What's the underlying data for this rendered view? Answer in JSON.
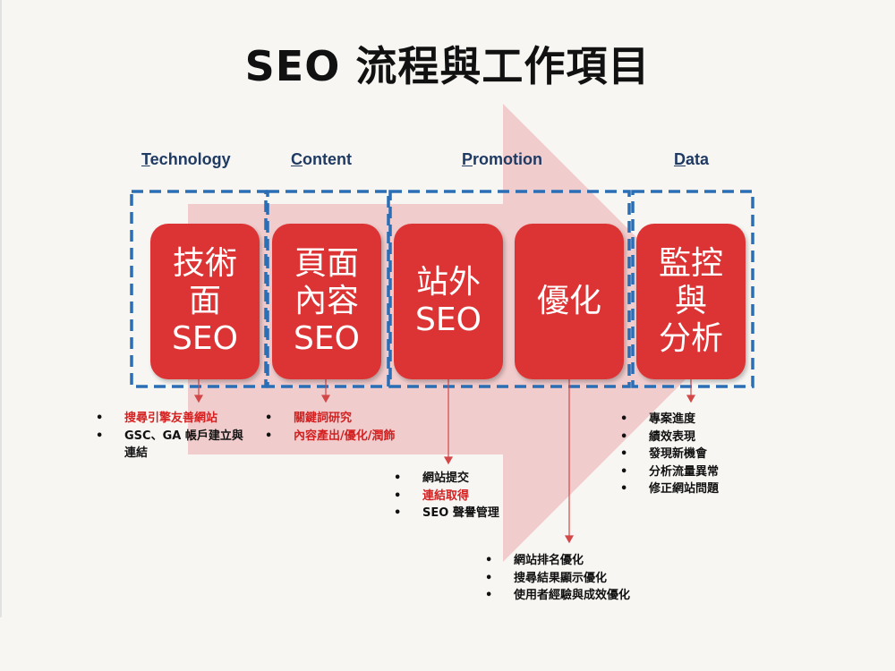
{
  "title": "SEO 流程與工作項目",
  "categories": [
    {
      "initial": "T",
      "rest": "echnology"
    },
    {
      "initial": "C",
      "rest": "ontent"
    },
    {
      "initial": "P",
      "rest": "romotion"
    },
    {
      "initial": "D",
      "rest": "ata"
    }
  ],
  "boxes": [
    {
      "lines": [
        "技術",
        "面",
        "SEO"
      ]
    },
    {
      "lines": [
        "頁面",
        "內容",
        "SEO"
      ]
    },
    {
      "lines": [
        "站外",
        "SEO"
      ]
    },
    {
      "lines": [
        "優化"
      ]
    },
    {
      "lines": [
        "監控",
        "與",
        "分析"
      ]
    }
  ],
  "lists": {
    "technology": [
      {
        "text": "搜尋引擎友善網站",
        "highlight": true
      },
      {
        "text": "GSC、GA 帳戶建立與連結",
        "highlight": false
      }
    ],
    "content": [
      {
        "text": "關鍵詞研究",
        "highlight": true
      },
      {
        "text": "內容產出/優化/潤飾",
        "highlight": true
      }
    ],
    "promotion": [
      {
        "text": "網站提交",
        "highlight": false
      },
      {
        "text": "連結取得",
        "highlight": true
      },
      {
        "text": "SEO 聲譽管理",
        "highlight": false
      }
    ],
    "optimization": [
      {
        "text": "網站排名優化",
        "highlight": false
      },
      {
        "text": "搜尋結果顯示優化",
        "highlight": false
      },
      {
        "text": "使用者經驗與成效優化",
        "highlight": false
      }
    ],
    "data": [
      {
        "text": "專案進度",
        "highlight": false
      },
      {
        "text": "績效表現",
        "highlight": false
      },
      {
        "text": "發現新機會",
        "highlight": false
      },
      {
        "text": "分析流量異常",
        "highlight": false
      },
      {
        "text": "修正網站問題",
        "highlight": false
      }
    ]
  },
  "colors": {
    "box": "#dc3434",
    "arrow": "#f0c4c6",
    "dashed": "#2a6fb5",
    "category": "#1f3a63",
    "highlight": "#d42020"
  }
}
